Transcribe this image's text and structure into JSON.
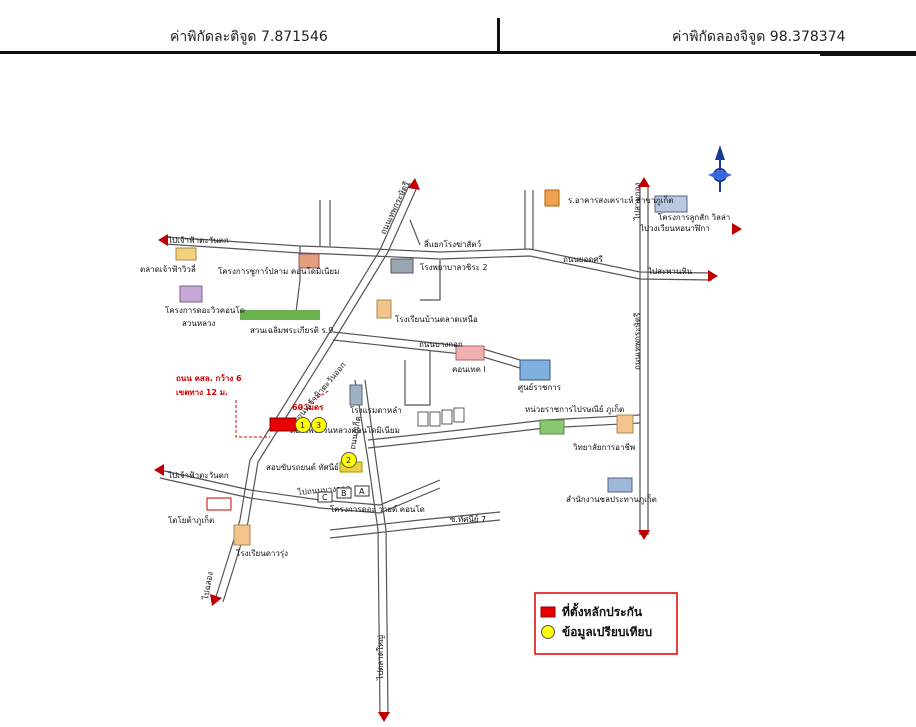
{
  "header": {
    "latitude_label": "ค่าพิกัดละติจูด 7.871546",
    "longitude_label": "ค่าพิกัดลองจิจูด 98.378374"
  },
  "map": {
    "places": {
      "pb_gov_office": "ร.อาคารสงเคราะห์ สาขาภูเก็ต",
      "ratsada_tunnel": "สี่แยกโรงฆ่าสัตว์",
      "hospital": "โรงพยาบาลวชิระ 2",
      "north_road": "ถนนเทพกระษัตรี",
      "kukun_housing": "โครงการลูกสัก วิลล่า",
      "twin_road": "ถนนยอดศรี",
      "kwang_chao": "ไปเจ้าฟ้าตะวันตก",
      "kathu_market": "ตลาดเจ้าฟ้าวิวลี่",
      "kaew_project": "โครงการชูการ์ปลาม คอนโดมิเนียม",
      "park_project": "โครงการดอะวิวคอนโด",
      "sunnah_park": "สวนหลวง",
      "samsen_park": "สวนเฉลิมพระเกียรติ ร.9",
      "donkin_school": "โรงเรียนบ้านตลาดเหนือ",
      "north_lane": "ถนนบางกอก",
      "condo_l": "คอนเทค l",
      "data_center": "ศูนย์ราชการ",
      "red_note_1": "ถนน คสล. กว้าง 6",
      "red_note_2": "เขตทาง 12 ม.",
      "distance": "60 เมตร",
      "road_chaofa": "ถนนเจ้าฟ้าตะวันออก",
      "subject_name": "ดอะไพร์สวนหลวงคอนโดมิเนียม",
      "road_phuket": "ถนนภูเก็ต",
      "condo_near": "โรงแรมดาหลำ",
      "vocational": "หน่วยราชการไปรษณีย์ ภูเก็ต",
      "technical_college": "วิทยาลัยการอาชีพ",
      "rental_cars": "สอบขับรถยนต์ ทัศนีย์",
      "west_road": "ไปเจ้าฟ้าตะวันตก",
      "toyota": "โตโยต้าภูเก็ต",
      "marker_project": "โครงการดอะ วายต์ คอนโด",
      "road_7": "ซ.ทัศนีย์ 7",
      "nursing_school": "สำนักงานชลประทานภูเก็ต",
      "bangkok_road_sign": "ไปถนนบางกอก",
      "school_south": "โรงเรียนดาวรุ่ง",
      "south_road": "ไปตลาดใหญ่",
      "chalong": "ไปฉลอง",
      "north_east_road": "ไปสามกอง",
      "east_arrow_1": "ไปวงเวียนหอนาฬิกา",
      "east_arrow_2": "ไปสะพานหิน",
      "river_road": "ถนนเจ้าฟ้าตะวันออก",
      "east_vertical": "ถนนเทพกระษัตรี",
      "marker_A": "A",
      "marker_B": "B",
      "marker_C": "C",
      "marker_1": "1",
      "marker_2": "2",
      "marker_3": "3"
    }
  },
  "legend": {
    "subject_label": "ที่ตั้งหลักประกัน",
    "comparison_label": "ข้อมูลเปรียบเทียบ",
    "subject_color": "#e60000",
    "comparison_color": "#ffff00"
  }
}
